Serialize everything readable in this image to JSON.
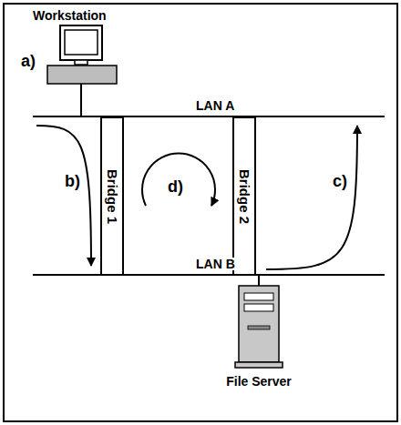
{
  "diagram": {
    "nodes": [
      {
        "text": [
          "Workstation"
        ]
      },
      {
        "text": [
          "Bridge 1"
        ]
      },
      {
        "text": [
          "Bridge 2"
        ]
      },
      {
        "text": [
          "File Server"
        ]
      }
    ],
    "labels": [
      "a)",
      "LAN A",
      "b)",
      "d)",
      "c)",
      "LAN B"
    ]
  }
}
